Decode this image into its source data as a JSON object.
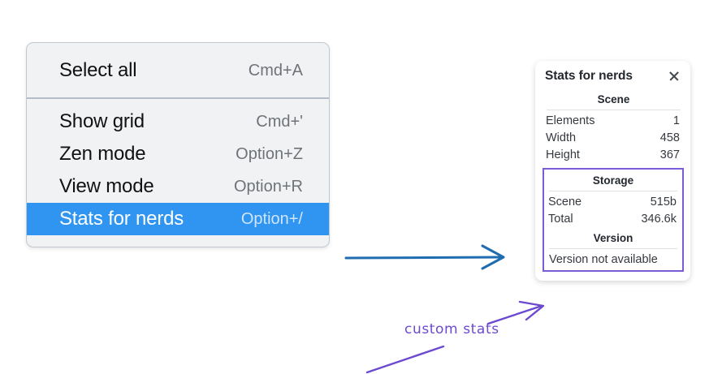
{
  "menu": {
    "name": "context-menu",
    "groups": [
      {
        "items": [
          {
            "label": "Select all",
            "shortcut": "Cmd+A",
            "selected": false
          }
        ]
      },
      {
        "items": [
          {
            "label": "Show grid",
            "shortcut": "Cmd+'",
            "selected": false
          },
          {
            "label": "Zen mode",
            "shortcut": "Option+Z",
            "selected": false
          },
          {
            "label": "View mode",
            "shortcut": "Option+R",
            "selected": false
          },
          {
            "label": "Stats for nerds",
            "shortcut": "Option+/",
            "selected": true
          }
        ]
      }
    ]
  },
  "stats_panel": {
    "title": "Stats for nerds",
    "close_icon": "close-icon",
    "scene": {
      "heading": "Scene",
      "rows": [
        {
          "key": "Elements",
          "value": "1"
        },
        {
          "key": "Width",
          "value": "458"
        },
        {
          "key": "Height",
          "value": "367"
        }
      ]
    },
    "storage": {
      "heading": "Storage",
      "rows": [
        {
          "key": "Scene",
          "value": "515b"
        },
        {
          "key": "Total",
          "value": "346.6k"
        }
      ]
    },
    "version": {
      "heading": "Version",
      "text": "Version not available"
    }
  },
  "annotations": {
    "custom_stats_label": "custom stats",
    "arrow_blue_color": "#1f6cb0",
    "arrow_purple_color": "#6c4ad0",
    "highlight_box_color": "#7c5cd6"
  },
  "colors": {
    "menu_background": "#f1f2f4",
    "menu_selected": "#2f95f0",
    "panel_background": "#ffffff",
    "text_primary": "#111214",
    "text_muted": "#6f7378"
  }
}
